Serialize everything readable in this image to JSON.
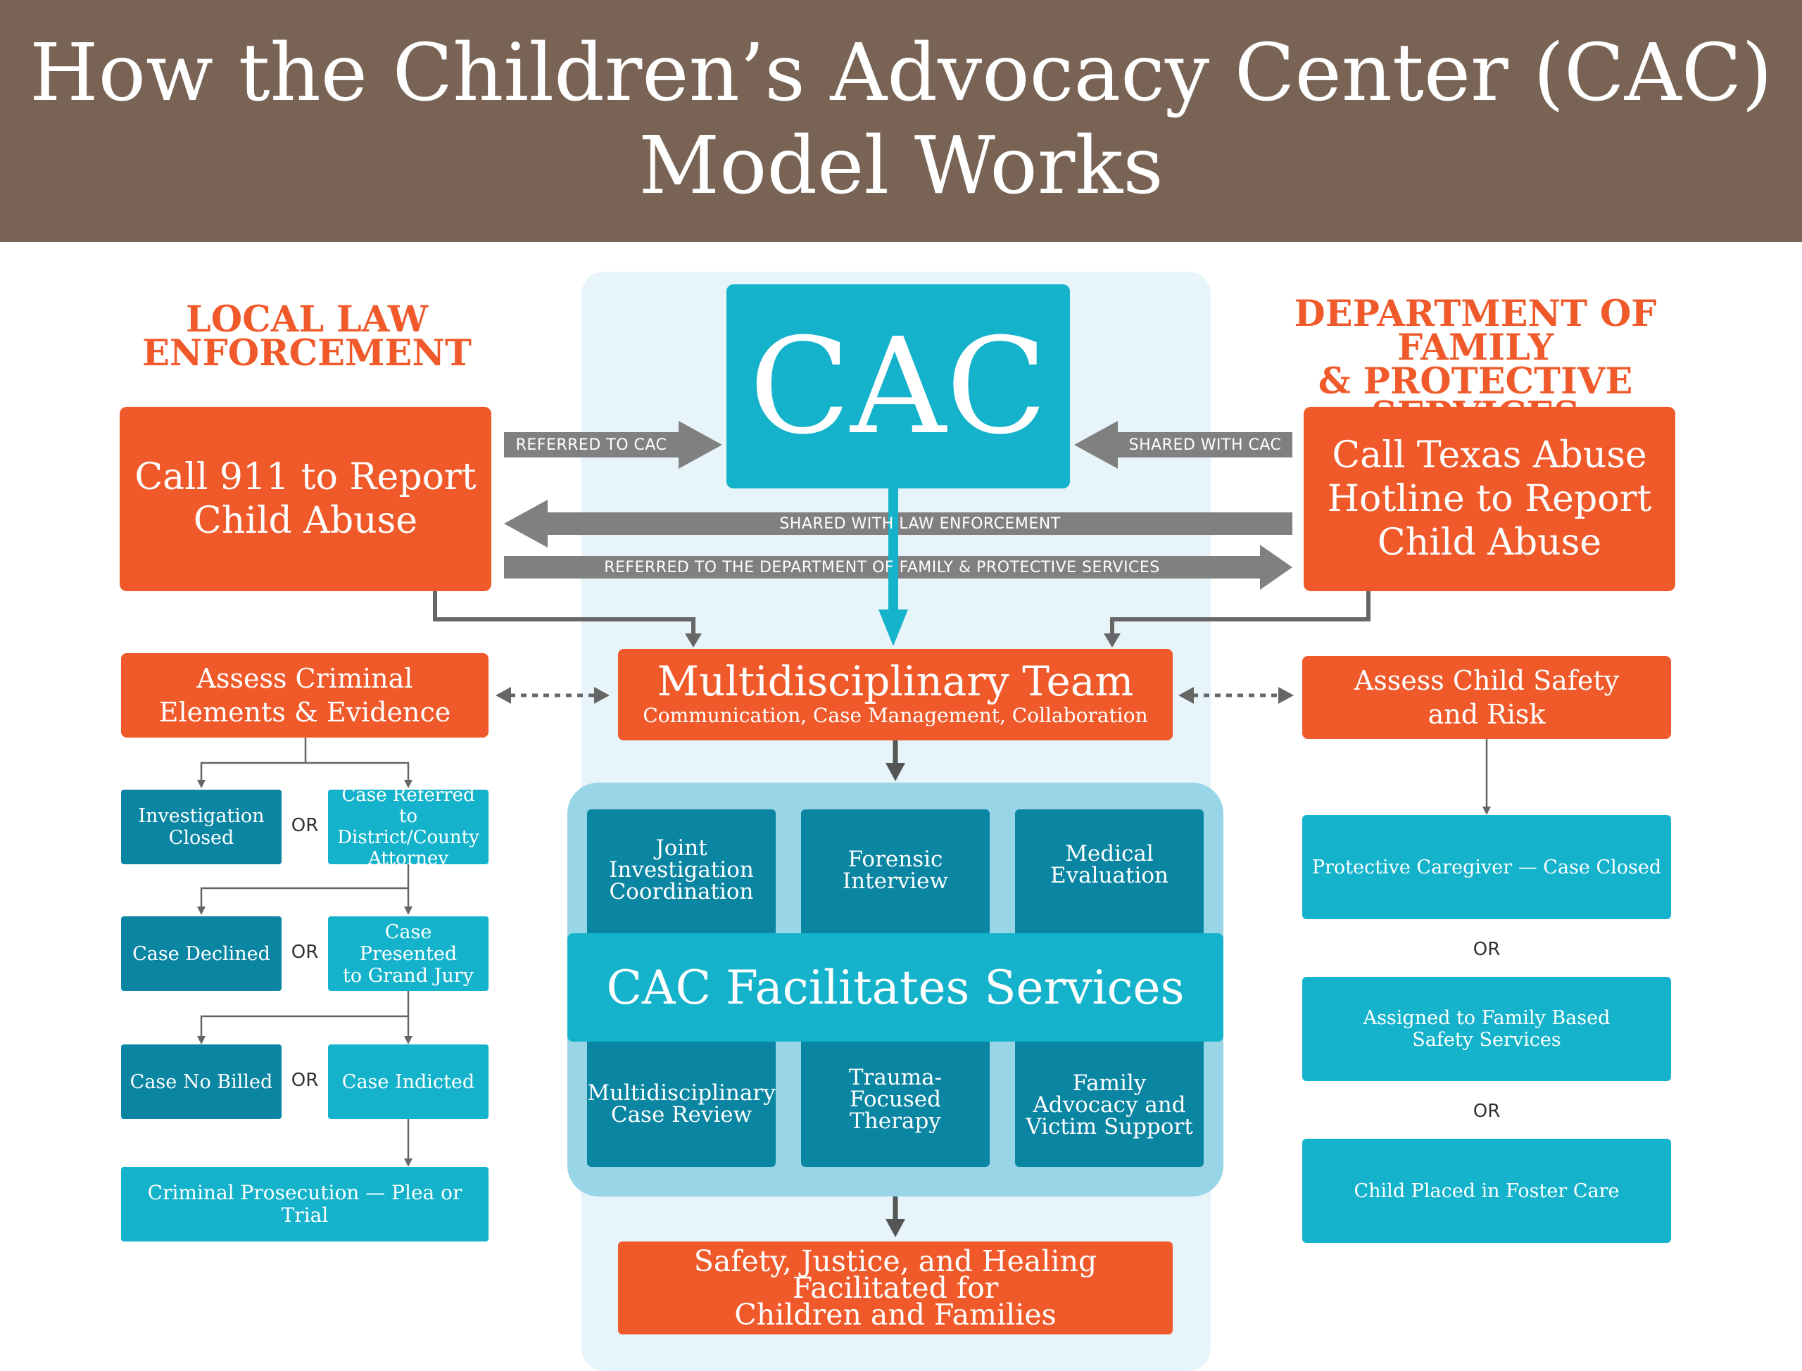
{
  "title": "How the Children’s Advocacy Center (CAC)\nModel Works",
  "left_heading": "LOCAL LAW\nENFORCEMENT",
  "right_heading": "DEPARTMENT OF FAMILY\n& PROTECTIVE SERVICES",
  "cac": "CAC",
  "call_911": "Call 911 to Report\nChild Abuse",
  "call_hotline": "Call Texas Abuse\nHotline to Report\nChild Abuse",
  "arrows": {
    "referred_to_cac": "REFERRED TO CAC",
    "shared_with_cac": "SHARED WITH CAC",
    "shared_with_le": "SHARED WITH LAW ENFORCEMENT",
    "referred_to_dfps": "REFERRED TO THE DEPARTMENT OF FAMILY & PROTECTIVE SERVICES"
  },
  "mdt": {
    "title": "Multidisciplinary Team",
    "subtitle": "Communication, Case Management, Collaboration"
  },
  "assess_criminal": "Assess Criminal\nElements & Evidence",
  "assess_safety": "Assess Child Safety\nand Risk",
  "left_flow": {
    "investigation_closed": "Investigation\nClosed",
    "case_referred": "Case Referred to\nDistrict/County\nAttorney",
    "case_declined": "Case Declined",
    "case_presented": "Case Presented\nto Grand Jury",
    "case_no_billed": "Case No Billed",
    "case_indicted": "Case Indicted",
    "prosecution": "Criminal Prosecution — Plea or Trial",
    "or": "OR"
  },
  "services": {
    "banner": "CAC Facilitates Services",
    "items": [
      "Joint\nInvestigation\nCoordination",
      "Forensic\nInterview",
      "Medical\nEvaluation",
      "Multidisciplinary\nCase Review",
      "Trauma-\nFocused\nTherapy",
      "Family\nAdvocacy and\nVictim Support"
    ]
  },
  "outcome": "Safety, Justice, and Healing\nFacilitated for\nChildren and Families",
  "right_flow": {
    "protective": "Protective Caregiver — Case Closed",
    "family_based": "Assigned to Family Based\nSafety Services",
    "foster": "Child Placed in Foster Care",
    "or": "OR"
  },
  "colors": {
    "header": "#786354",
    "orange": "#f05a2b",
    "teal": "#14b3cb",
    "dark_teal": "#0a85a2",
    "gray_arrow": "#808080"
  }
}
